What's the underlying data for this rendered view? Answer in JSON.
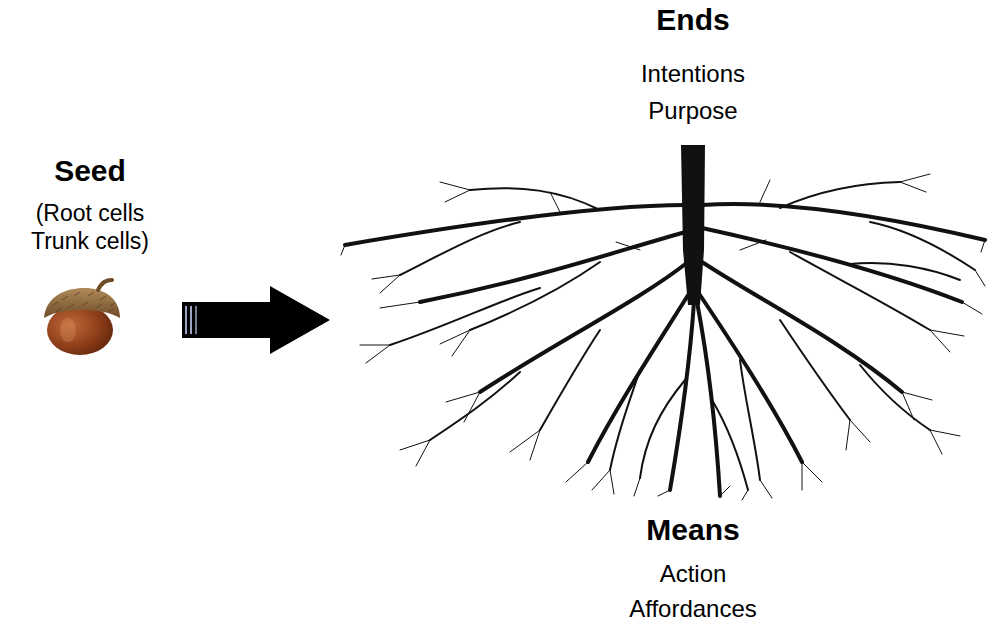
{
  "diagram": {
    "labels": [
      "Seed",
      "(Root cells Trunk cells)",
      "Ends",
      "Intentions",
      "Purpose",
      "Means",
      "Action",
      "Affordances"
    ]
  }
}
